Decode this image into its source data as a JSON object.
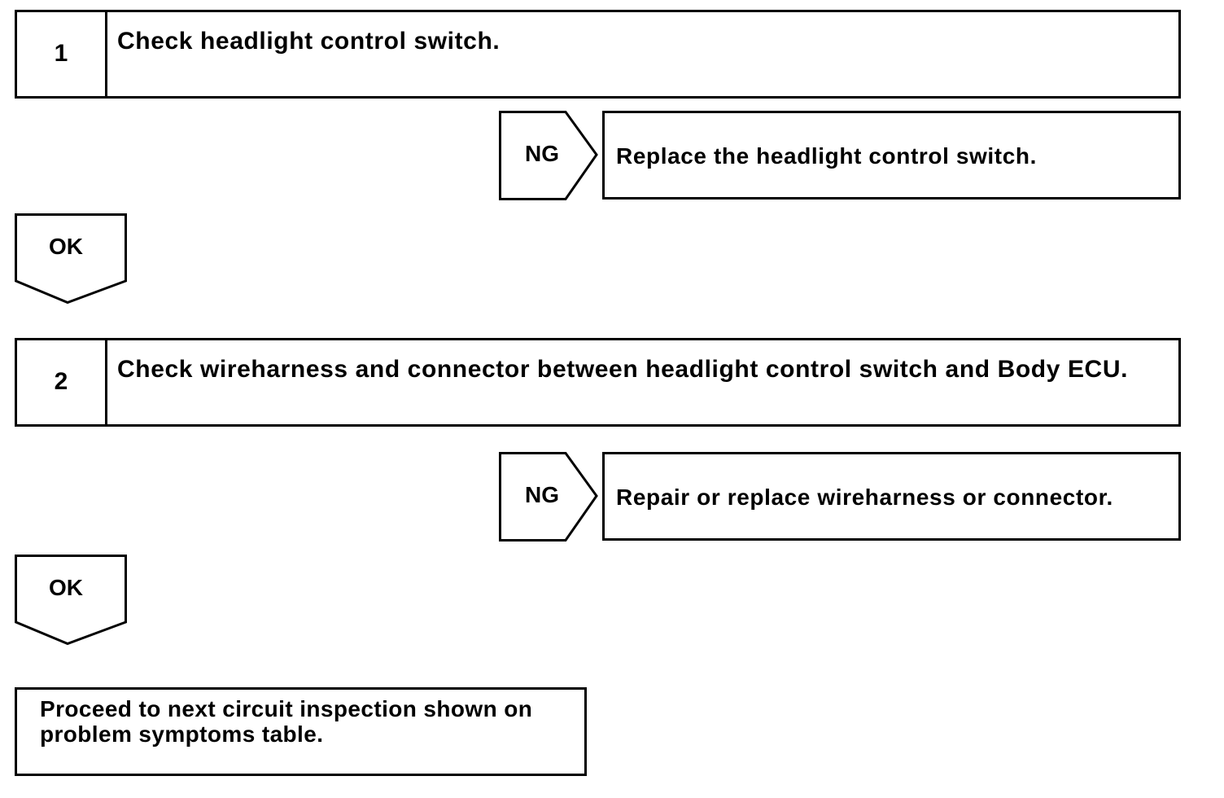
{
  "steps": [
    {
      "number": "1",
      "text": "Check headlight control switch.",
      "ng_label": "NG",
      "ng_action": "Replace the headlight control switch.",
      "ok_label": "OK"
    },
    {
      "number": "2",
      "text": "Check wireharness and connector between headlight control switch and Body ECU.",
      "ng_label": "NG",
      "ng_action": "Repair or replace wireharness or connector.",
      "ok_label": "OK"
    }
  ],
  "final_action": "Proceed to next circuit inspection shown on problem symptoms table."
}
